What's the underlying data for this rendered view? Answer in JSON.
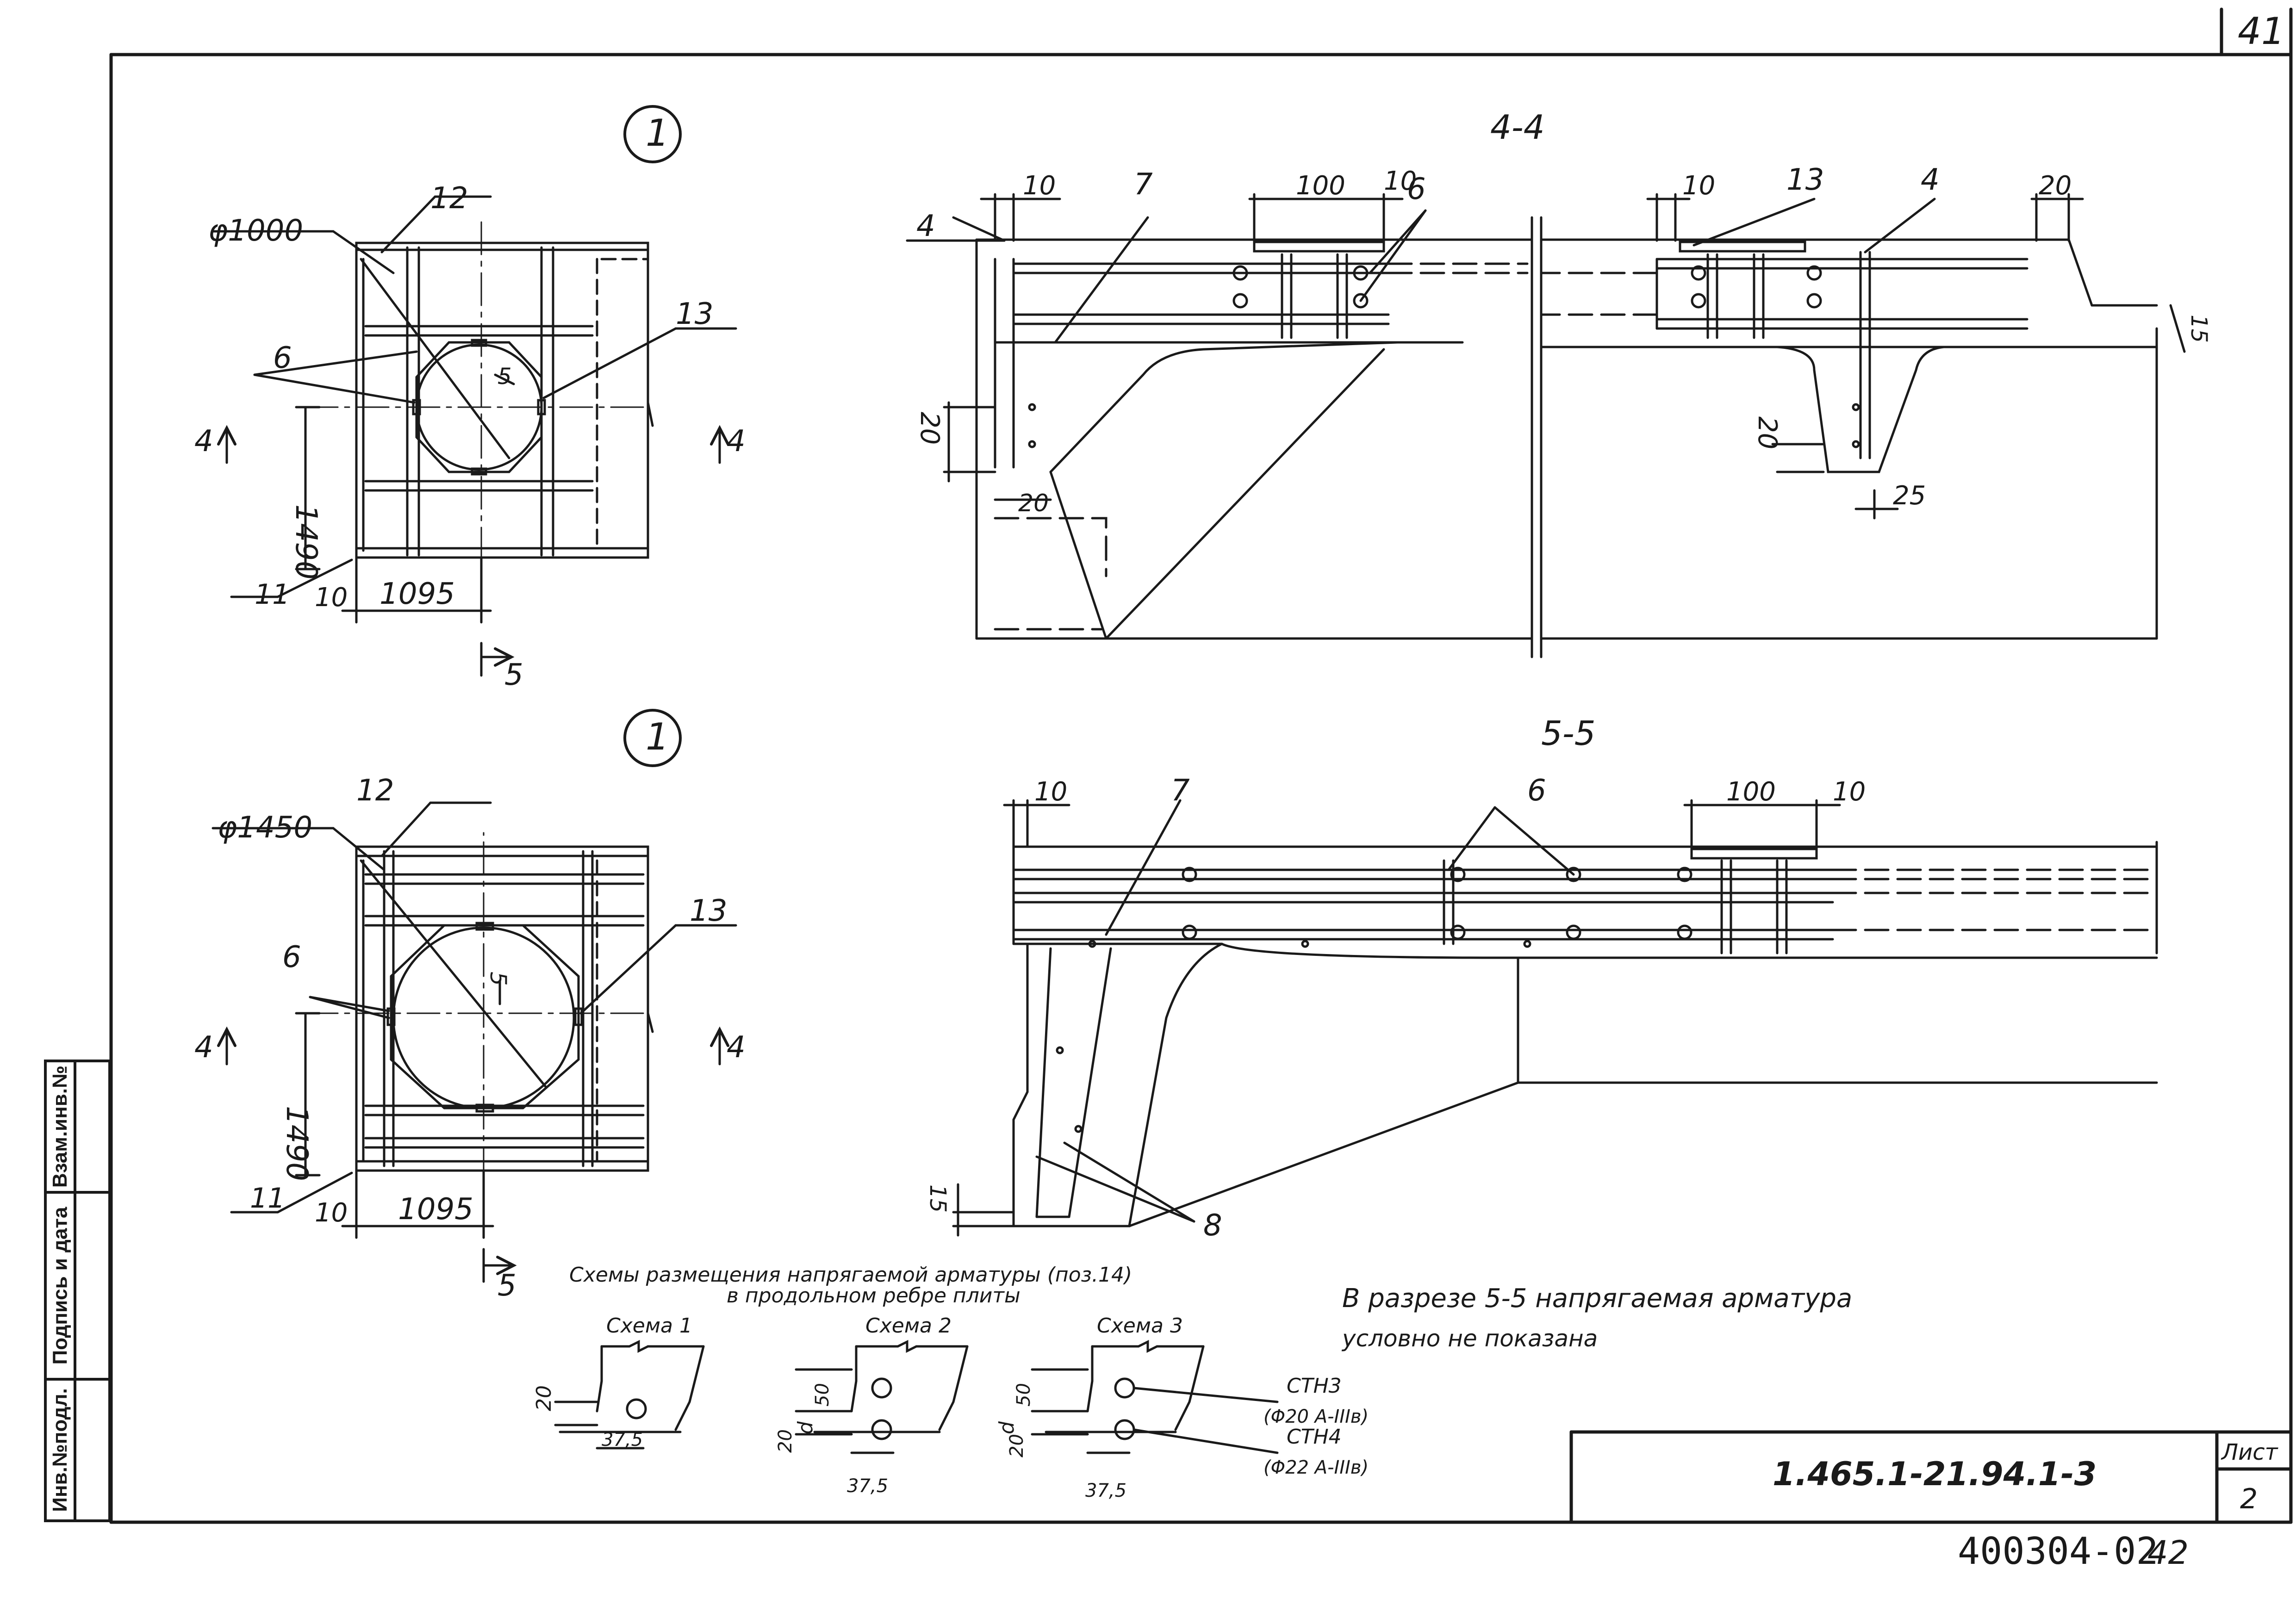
{
  "sheet": {
    "page_number": "41",
    "document_code": "1.465.1-21.94.1-3",
    "sheet_label": "Лист",
    "sheet_number": "2",
    "inventory_stamp": "400304-02",
    "inventory_page": "42"
  },
  "side_stamp": {
    "inv_original": "Инв.№подл.",
    "signature_date": "Подпись и дата",
    "replaced_inv": "Взам.инв.№"
  },
  "node_top": {
    "marker": "1",
    "diameter": "φ1000",
    "pos_12": "12",
    "pos_6": "6",
    "pos_13": "13",
    "pos_11": "11",
    "dim_10": "10",
    "dim_1095": "1095",
    "dim_1490": "1490",
    "dim_5": "5",
    "cut_4_left": "4",
    "cut_4_right": "4",
    "cut_5": "5"
  },
  "node_bottom": {
    "marker": "1",
    "diameter": "φ1450",
    "pos_12": "12",
    "pos_6": "6",
    "pos_13": "13",
    "pos_11": "11",
    "dim_10": "10",
    "dim_1095": "1095",
    "dim_1490": "1490",
    "dim_5": "5",
    "cut_4_left": "4",
    "cut_4_right": "4",
    "cut_5": "5"
  },
  "section_4_4": {
    "title": "4-4",
    "pos_4_left": "4",
    "pos_7": "7",
    "pos_6": "6",
    "pos_13": "13",
    "pos_4_right": "4",
    "dim_10_a": "10",
    "dim_100": "100",
    "dim_10_b": "10",
    "dim_10_c": "10",
    "dim_20_top": "20",
    "dim_15": "15",
    "dim_20_left": "20",
    "dim_20_bottom": "20",
    "dim_20_right": "20",
    "dim_25": "25"
  },
  "section_5_5": {
    "title": "5-5",
    "pos_7": "7",
    "pos_6": "6",
    "pos_8": "8",
    "dim_10": "10",
    "dim_100": "100",
    "dim_10_b": "10",
    "dim_15": "15"
  },
  "schemes": {
    "heading_line1": "Схемы размещения напрягаемой арматуры (поз.14)",
    "heading_line2": "в продольном ребре плиты",
    "scheme1": {
      "title": "Схема 1",
      "dim_20": "20",
      "dim_375": "37,5"
    },
    "scheme2": {
      "title": "Схема 2",
      "dim_50": "50",
      "dim_d": "d",
      "dim_20": "20",
      "dim_375": "37,5"
    },
    "scheme3": {
      "title": "Схема 3",
      "dim_50": "50",
      "dim_d": "d",
      "dim_20": "20",
      "dim_375": "37,5"
    },
    "label_stn3": "СТН3",
    "label_stn3_spec": "(Φ20 A-IIIв)",
    "label_stn4": "СТН4",
    "label_stn4_spec": "(Φ22 A-IIIв)"
  },
  "note": {
    "line1": "В разрезе 5-5 напрягаемая арматура",
    "line2": "условно не показана"
  },
  "colors": {
    "ink": "#1a1a1a",
    "paper": "#ffffff"
  }
}
